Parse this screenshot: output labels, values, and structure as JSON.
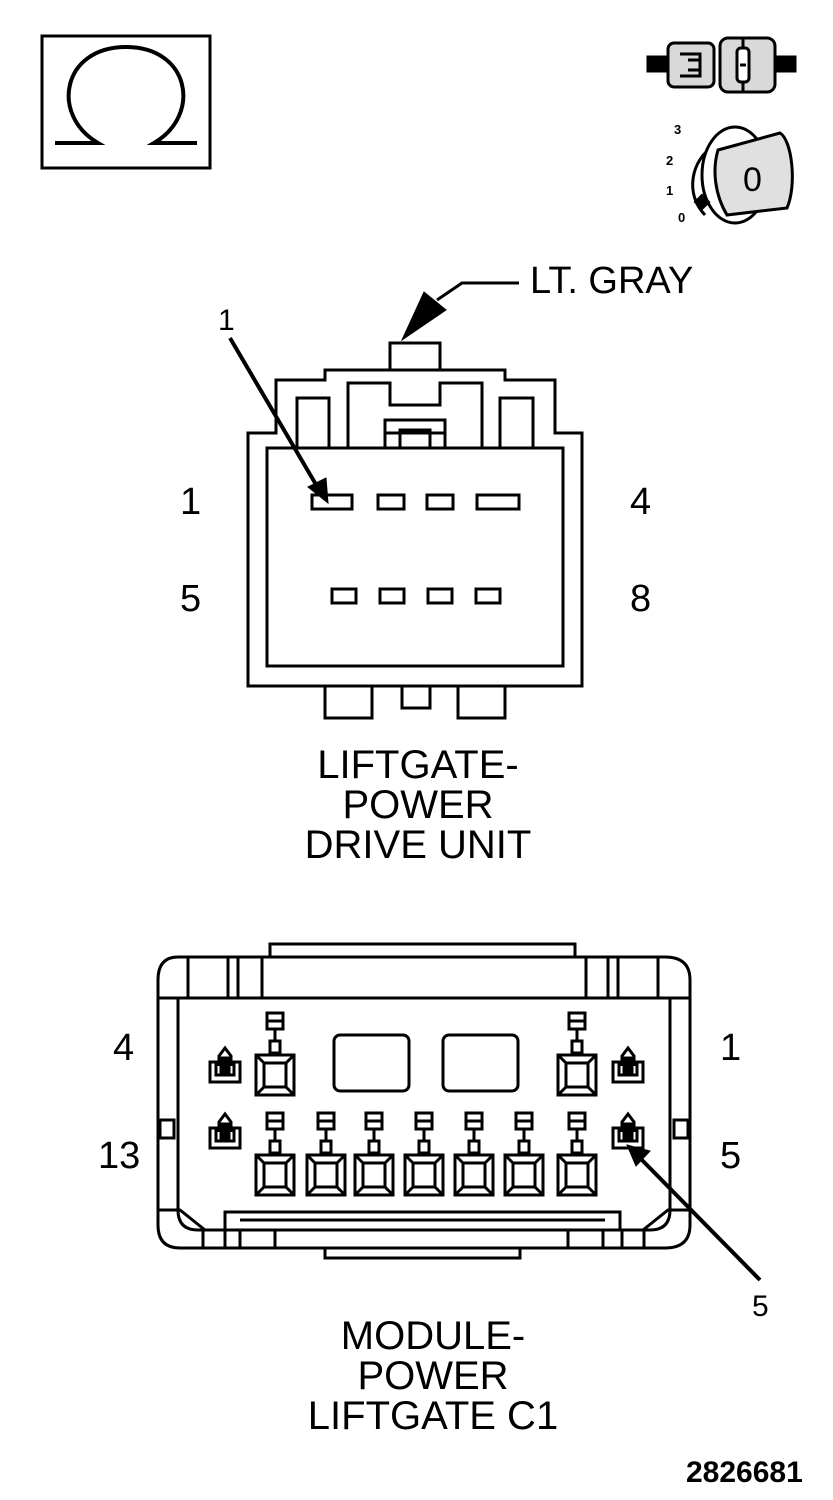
{
  "icons": {
    "ohm": "ohm-symbol-icon",
    "disconnect": "connector-disconnected-icon",
    "ignition": "ignition-key-off-icon"
  },
  "ignition": {
    "positions": [
      "3",
      "2",
      "1",
      "0"
    ],
    "key_label": "0"
  },
  "drive_unit": {
    "callout_color": "LT. GRAY",
    "callout_pin": "1",
    "pin_labels": {
      "top_left": "1",
      "top_right": "4",
      "bottom_left": "5",
      "bottom_right": "8"
    },
    "title_lines": [
      "LIFTGATE-",
      "POWER",
      "DRIVE UNIT"
    ]
  },
  "module": {
    "pin_labels": {
      "top_left": "4",
      "top_right": "1",
      "bottom_left": "13",
      "bottom_right": "5"
    },
    "callout_pin": "5",
    "title_lines": [
      "MODULE-",
      "POWER",
      "LIFTGATE C1"
    ]
  },
  "figure_id": "2826681"
}
